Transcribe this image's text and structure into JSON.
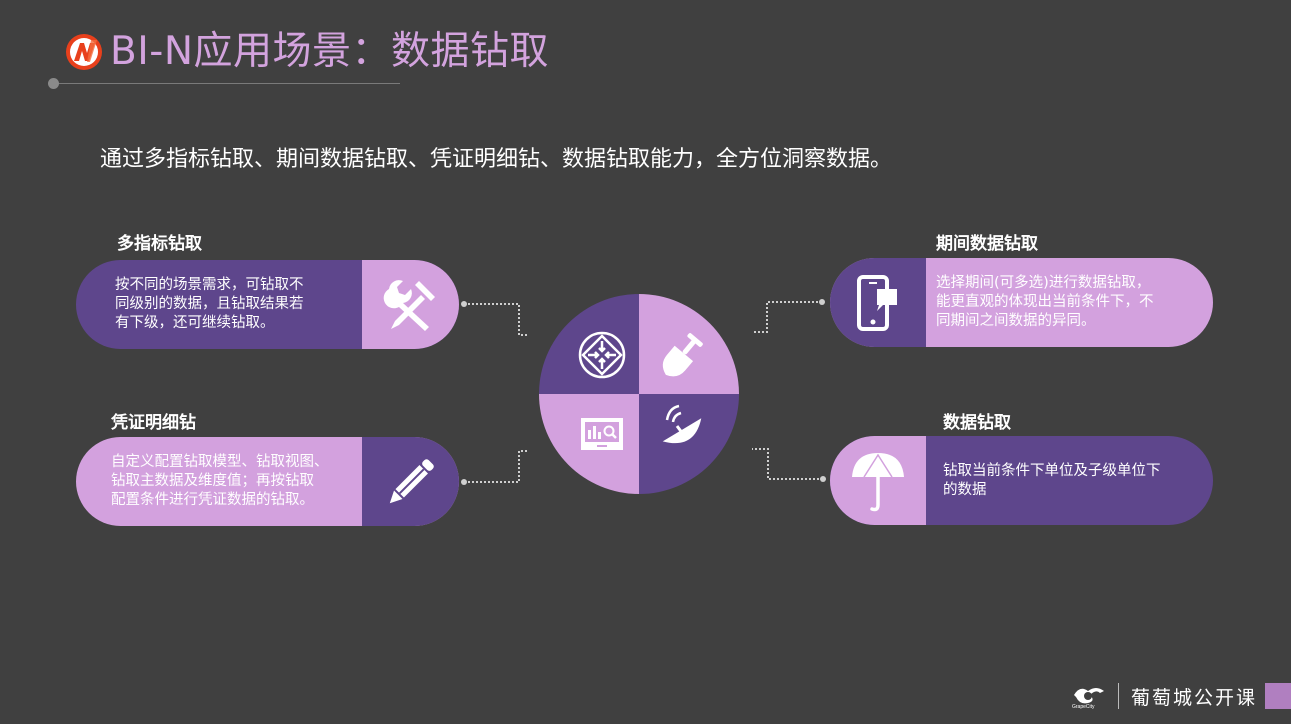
{
  "header": {
    "logo_icon": "n-logo-icon",
    "title": "BI-N应用场景：数据钻取"
  },
  "subtitle": "通过多指标钻取、期间数据钻取、凭证明细钻、数据钻取能力，全方位洞察数据。",
  "cards": [
    {
      "id": "multi-metric",
      "heading": "多指标钻取",
      "lines": [
        "按不同的场景需求，可钻取不",
        "同级别的数据，且钻取结果若",
        "有下级，还可继续钻取。"
      ],
      "icon": "tools-icon"
    },
    {
      "id": "period-data",
      "heading": "期间数据钻取",
      "lines": [
        "选择期间(可多选)进行数据钻取，",
        "能更直观的体现出当前条件下，不",
        "同期间之间数据的异同。"
      ],
      "icon": "mobile-chat-icon"
    },
    {
      "id": "voucher-detail",
      "heading": "凭证明细钻",
      "lines": [
        "自定义配置钻取模型、钻取视图、",
        "钻取主数据及维度值；再按钻取",
        "配置条件进行凭证数据的钻取。"
      ],
      "icon": "pencil-icon"
    },
    {
      "id": "data-drill",
      "heading": "数据钻取",
      "lines": [
        "钻取当前条件下单位及子级单位下",
        "的数据"
      ],
      "icon": "umbrella-icon"
    }
  ],
  "gear": {
    "quadrants": [
      {
        "position": "top-left",
        "icon": "focus-arrows-icon",
        "color": "#5e468c"
      },
      {
        "position": "top-right",
        "icon": "shovel-icon",
        "color": "#d3a1de"
      },
      {
        "position": "bottom-left",
        "icon": "monitor-analytics-icon",
        "color": "#d3a1de"
      },
      {
        "position": "bottom-right",
        "icon": "satellite-dish-icon",
        "color": "#5e468c"
      }
    ]
  },
  "colors": {
    "background": "#404040",
    "dark_purple": "#5e468c",
    "light_purple": "#d3a1de",
    "title_purple": "#d3a3de"
  },
  "footer": {
    "logo_text": "GrapeCity",
    "brand": "葡萄城公开课"
  }
}
